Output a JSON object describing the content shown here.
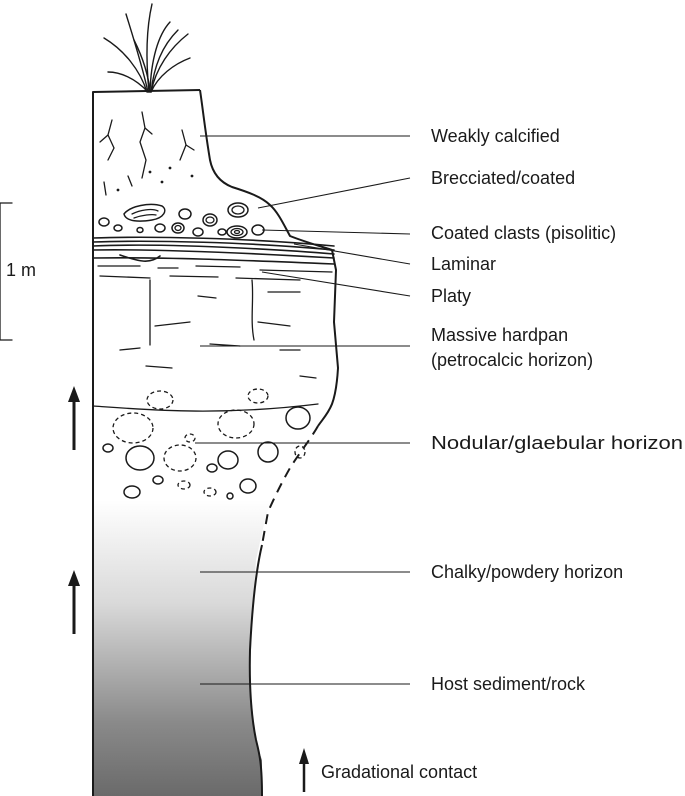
{
  "scale": {
    "label": "1 m"
  },
  "horizons": [
    {
      "id": "weakly-calcified",
      "lines": [
        "Weakly calcified"
      ]
    },
    {
      "id": "brecciated-coated",
      "lines": [
        "Brecciated/coated"
      ]
    },
    {
      "id": "coated-clasts",
      "lines": [
        "Coated clasts (pisolitic)"
      ]
    },
    {
      "id": "laminar",
      "lines": [
        "Laminar"
      ]
    },
    {
      "id": "platy",
      "lines": [
        "Platy"
      ]
    },
    {
      "id": "massive-hardpan",
      "lines": [
        "Massive hardpan",
        "(petrocalcic horizon)"
      ]
    },
    {
      "id": "nodular-glaebular",
      "lines": [
        "Nodular/glaebular horizon"
      ]
    },
    {
      "id": "chalky-powdery",
      "lines": [
        "Chalky/powdery horizon"
      ]
    },
    {
      "id": "host-sediment",
      "lines": [
        "Host sediment/rock"
      ]
    }
  ],
  "legend": {
    "label": "Gradational contact"
  },
  "icons": [
    "grass-tuft-icon",
    "arrow-up-icon"
  ],
  "colors": {
    "ink": "#1a1a1a",
    "gradient_top": "#ffffff",
    "gradient_bottom": "#6e6e6e"
  }
}
